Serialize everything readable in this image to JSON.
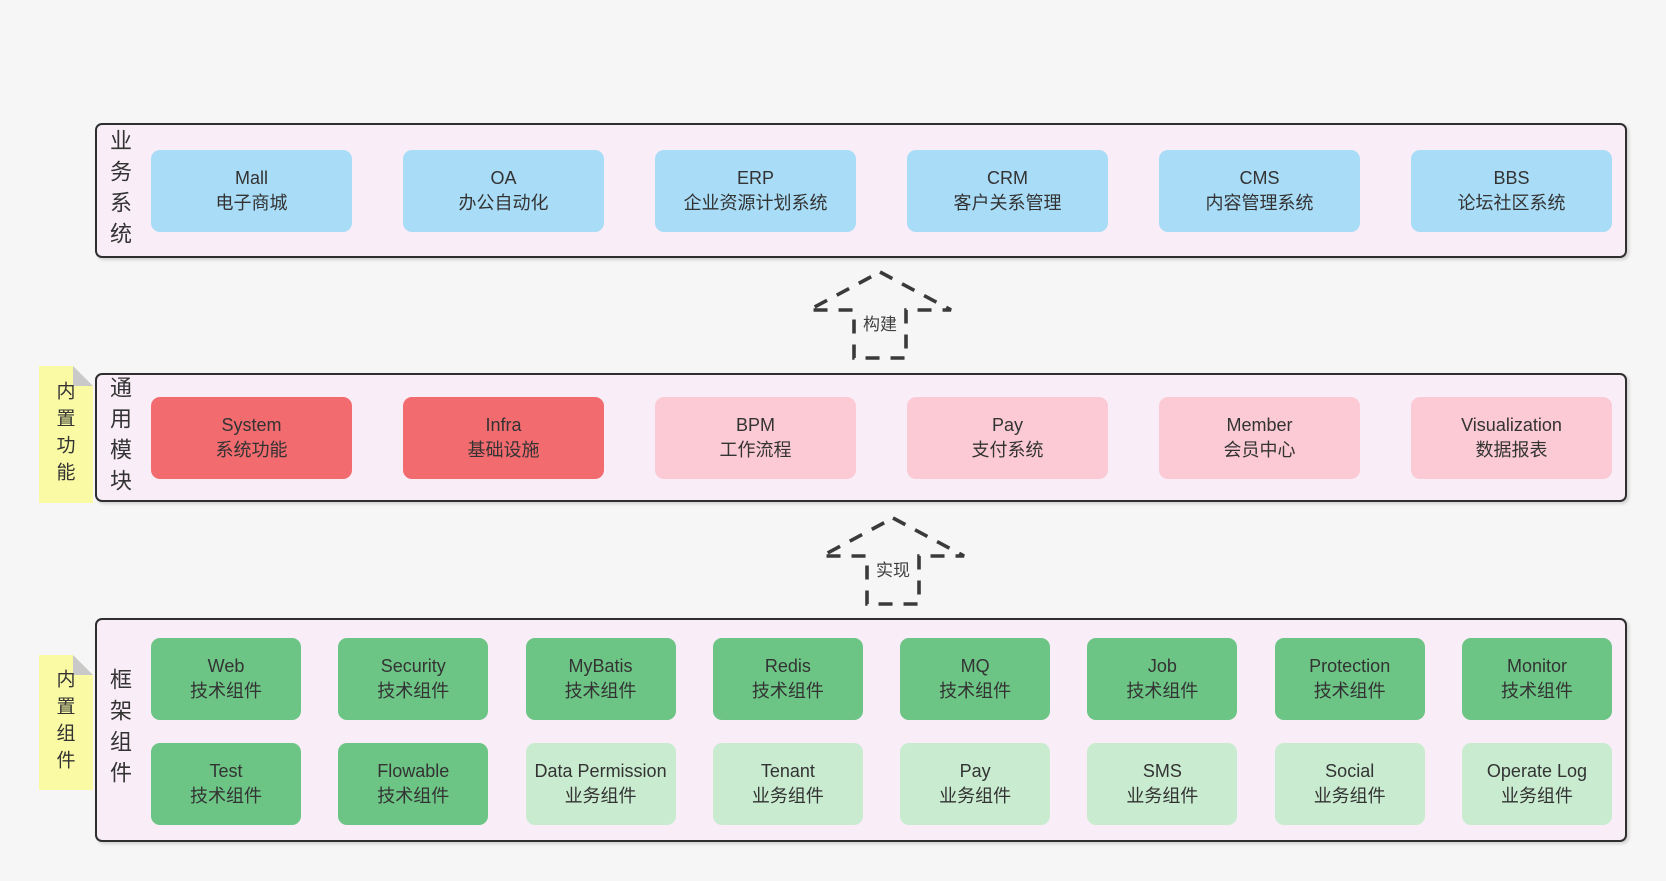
{
  "diagram": {
    "background": "#f7f6f6",
    "band_background": "#f9eef7",
    "border_color": "#2f2f2f",
    "note_color": "#fafaa5",
    "box_colors": {
      "blue": "#a9dcf7",
      "red": "#f26b6f",
      "pink": "#fbcad5",
      "green": "#6cc485",
      "lightgreen": "#c9ebcf"
    }
  },
  "arrows": [
    {
      "label": "构建"
    },
    {
      "label": "实现"
    }
  ],
  "sections": {
    "business": {
      "label": "业务系统",
      "boxes": [
        {
          "en": "Mall",
          "zh": "电子商城"
        },
        {
          "en": "OA",
          "zh": "办公自动化"
        },
        {
          "en": "ERP",
          "zh": "企业资源计划系统"
        },
        {
          "en": "CRM",
          "zh": "客户关系管理"
        },
        {
          "en": "CMS",
          "zh": "内容管理系统"
        },
        {
          "en": "BBS",
          "zh": "论坛社区系统"
        }
      ]
    },
    "modules": {
      "label": "通用模块",
      "note": "内置功能",
      "boxes": [
        {
          "en": "System",
          "zh": "系统功能"
        },
        {
          "en": "Infra",
          "zh": "基础设施"
        },
        {
          "en": "BPM",
          "zh": "工作流程"
        },
        {
          "en": "Pay",
          "zh": "支付系统"
        },
        {
          "en": "Member",
          "zh": "会员中心"
        },
        {
          "en": "Visualization",
          "zh": "数据报表"
        }
      ]
    },
    "framework": {
      "label": "框架组件",
      "note": "内置组件",
      "row1": [
        {
          "en": "Web",
          "zh": "技术组件"
        },
        {
          "en": "Security",
          "zh": "技术组件"
        },
        {
          "en": "MyBatis",
          "zh": "技术组件"
        },
        {
          "en": "Redis",
          "zh": "技术组件"
        },
        {
          "en": "MQ",
          "zh": "技术组件"
        },
        {
          "en": "Job",
          "zh": "技术组件"
        },
        {
          "en": "Protection",
          "zh": "技术组件"
        },
        {
          "en": "Monitor",
          "zh": "技术组件"
        }
      ],
      "row2": [
        {
          "en": "Test",
          "zh": "技术组件"
        },
        {
          "en": "Flowable",
          "zh": "技术组件"
        },
        {
          "en": "Data Permission",
          "zh": "业务组件"
        },
        {
          "en": "Tenant",
          "zh": "业务组件"
        },
        {
          "en": "Pay",
          "zh": "业务组件"
        },
        {
          "en": "SMS",
          "zh": "业务组件"
        },
        {
          "en": "Social",
          "zh": "业务组件"
        },
        {
          "en": "Operate Log",
          "zh": "业务组件"
        }
      ]
    }
  }
}
